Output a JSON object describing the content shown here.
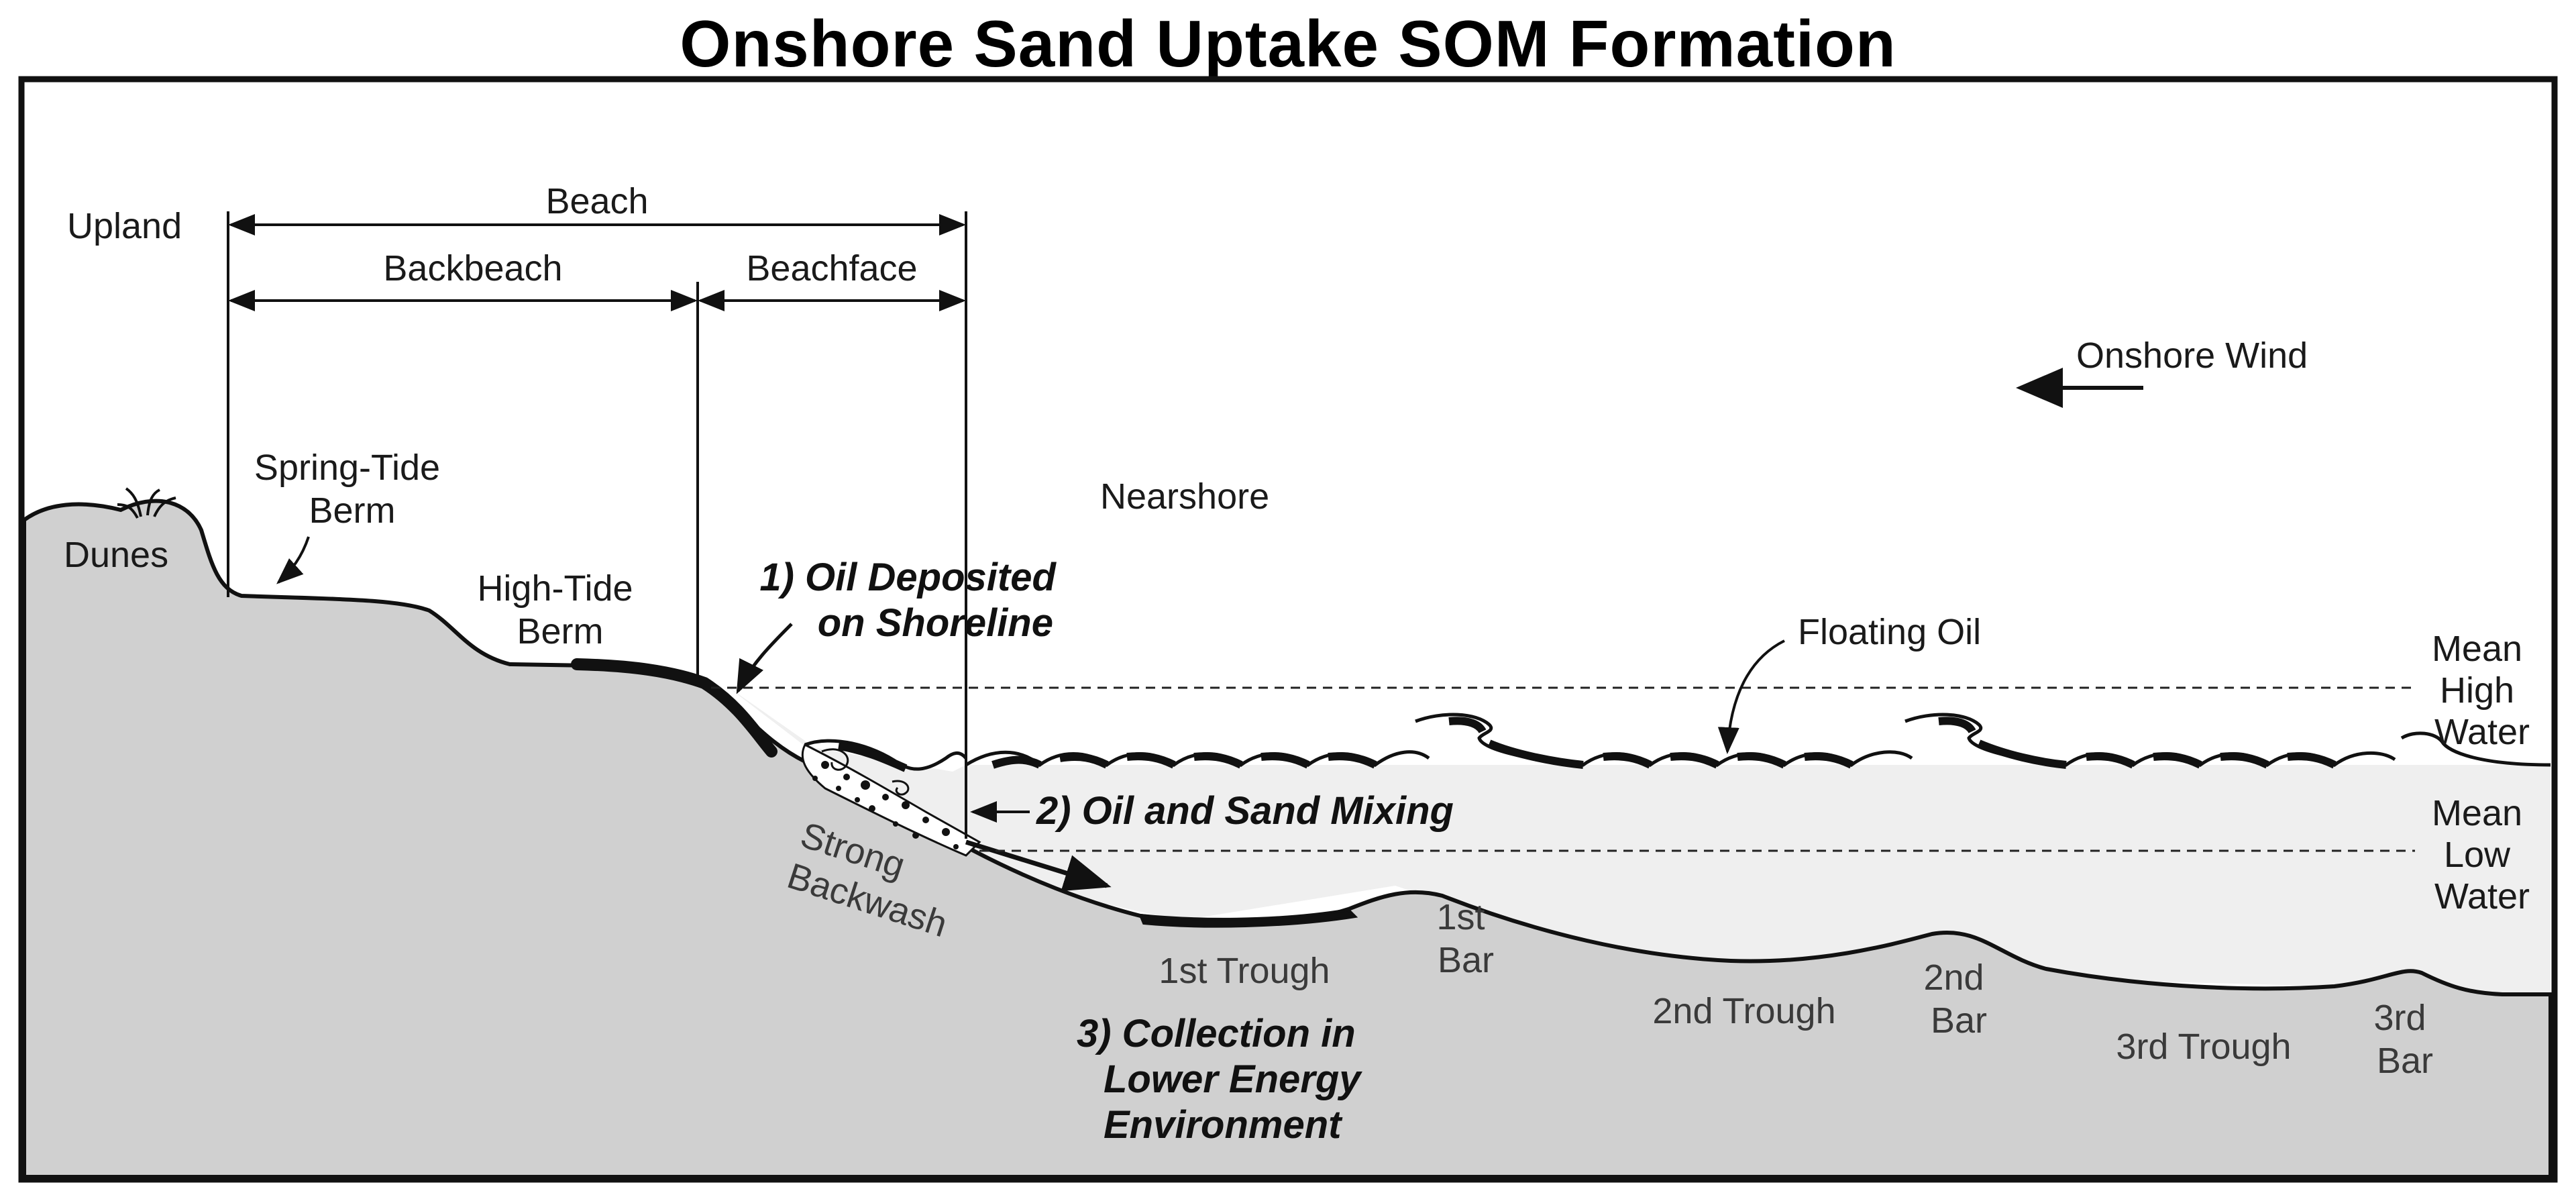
{
  "title": "Onshore Sand Uptake SOM Formation",
  "colors": {
    "ground": "#d0d0d0",
    "water": "#efefef",
    "oil": "#111111",
    "frame": "#111111",
    "background": "#ffffff"
  },
  "zones": {
    "upland": "Upland",
    "beach": "Beach",
    "backbeach": "Backbeach",
    "beachface": "Beachface",
    "nearshore": "Nearshore"
  },
  "features": {
    "dunes": "Dunes",
    "spring_tide_berm": [
      "Spring-Tide",
      "Berm"
    ],
    "high_tide_berm": [
      "High-Tide",
      "Berm"
    ],
    "strong_backwash": [
      "Strong",
      "Backwash"
    ],
    "first_trough": "1st Trough",
    "first_bar": [
      "1st",
      "Bar"
    ],
    "second_trough": "2nd Trough",
    "second_bar": [
      "2nd",
      "Bar"
    ],
    "third_trough": "3rd Trough",
    "third_bar": [
      "3rd",
      "Bar"
    ],
    "floating_oil": "Floating Oil",
    "onshore_wind": "Onshore Wind"
  },
  "water_levels": {
    "mean_high_water": [
      "Mean",
      "High",
      "Water"
    ],
    "mean_low_water": [
      "Mean",
      "Low",
      "Water"
    ]
  },
  "steps": {
    "step1": [
      "1) Oil Deposited",
      "on Shoreline"
    ],
    "step2": "2) Oil and Sand Mixing",
    "step3": [
      "3) Collection in",
      "Lower Energy",
      "Environment"
    ]
  },
  "icons": {
    "wind_arrow": "arrow-left-icon",
    "dune_grass": "grass-icon"
  }
}
